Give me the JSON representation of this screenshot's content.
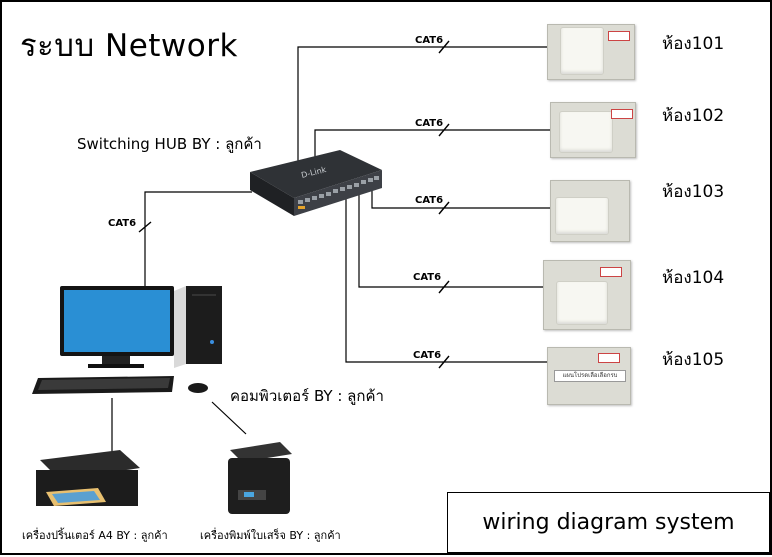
{
  "diagram": {
    "title": "ระบบ Network",
    "footer": "wiring diagram system",
    "switch_label": "Switching HUB BY : ลูกค้า",
    "switch_brand": "D-Link",
    "computer_label": "คอมพิวเตอร์ BY : ลูกค้า",
    "printer_label": "เครื่องปริ้นเตอร์ A4 BY : ลูกค้า",
    "receipt_printer_label": "เครื่องพิมพ์ใบเสร็จ BY : ลูกค้า",
    "cable_label": "CAT6",
    "rooms": [
      "ห้อง101",
      "ห้อง102",
      "ห้อง103",
      "ห้อง104",
      "ห้อง105"
    ],
    "plate_text": "แผนโปรดเลือเลือกรบ"
  },
  "colors": {
    "wire": "#000000",
    "switch_body": "#3a3d42",
    "monitor_screen": "#2a8fd4",
    "plate": "#dcdcd4"
  }
}
